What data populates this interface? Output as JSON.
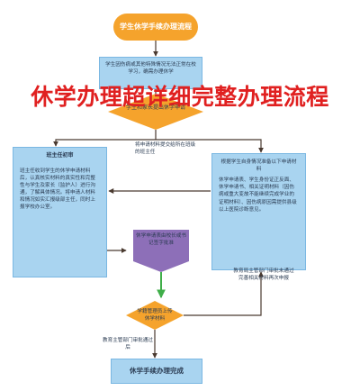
{
  "overlay_title": "休学办理超详细完整办理流程",
  "nodes": {
    "start": "学生休学手续办理流程",
    "step1": "学生因伤病或其他特殊情况无法正常在校学习，确需办理休学",
    "diamond1": "学生和家长提出休学申请",
    "forward_note": "将申请材料提交给所在班级的班主任",
    "left_head": "班主任初审",
    "left_body": "班主任收到学生的休学申请材料后，认真核实材料的真实性和完整性与学生及家长（监护人）进行沟通，了解具体情况。将申请人材料和情况如实汇报级部主任，同时上报学校办公室。",
    "right_head": "根据学生自身情况准备以下申请材料",
    "right_body": "休学申请表、学生身份证正反面、休学申请书、相关证明材料（因伤病或重大变故不能继续完成学业的证明材料）、因伤病原因需提供县级以上医院诊断意见。",
    "pentagon": "休学申请表由校长或书记签字批准",
    "return_note": "教育局主管部门审批未通过完善相关材料再次申报",
    "diamond2": "学籍管理员上传休学材料",
    "edu_note": "教育主管部门审批通过后",
    "end": "休学手续办理完成"
  },
  "colors": {
    "orange": "#f5a32c",
    "blue_fill": "#a9d4f0",
    "purple": "#8d6fb8",
    "green_arrow": "#3fae49",
    "line": "#6b4a3a",
    "overlay_red": "#e02020"
  }
}
